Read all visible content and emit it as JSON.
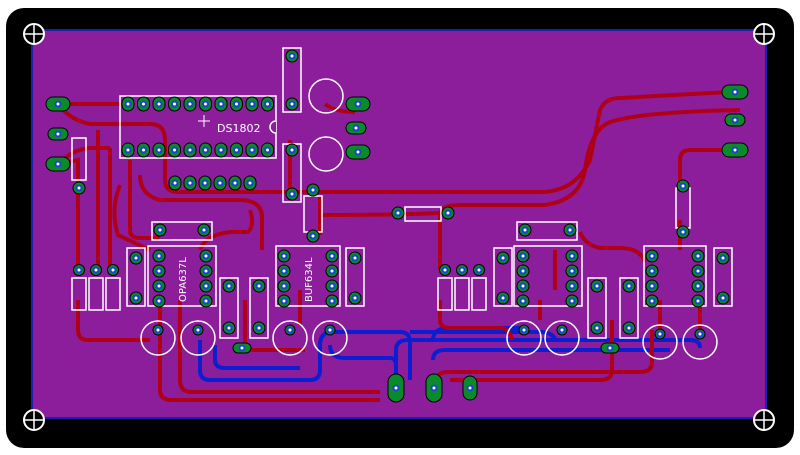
{
  "colors": {
    "frame": "#ffffff",
    "outline": "#000000",
    "board": "#8c1e9c",
    "board_edge": "#1a1fb0",
    "trace_top": "#b00018",
    "trace_bottom": "#0c1ed0",
    "pad_outer": "#0a8a2a",
    "pad_inner": "#1846c8",
    "silk": "#ffffff"
  },
  "labels": {
    "u_ds1802": "DS1802",
    "u_opa637l": "OPA637L",
    "u_buf634l": "BUF634L"
  },
  "icons": {
    "mounting_hole": "crosshair-hole-icon",
    "capacitor": "polarized-capacitor-icon"
  }
}
